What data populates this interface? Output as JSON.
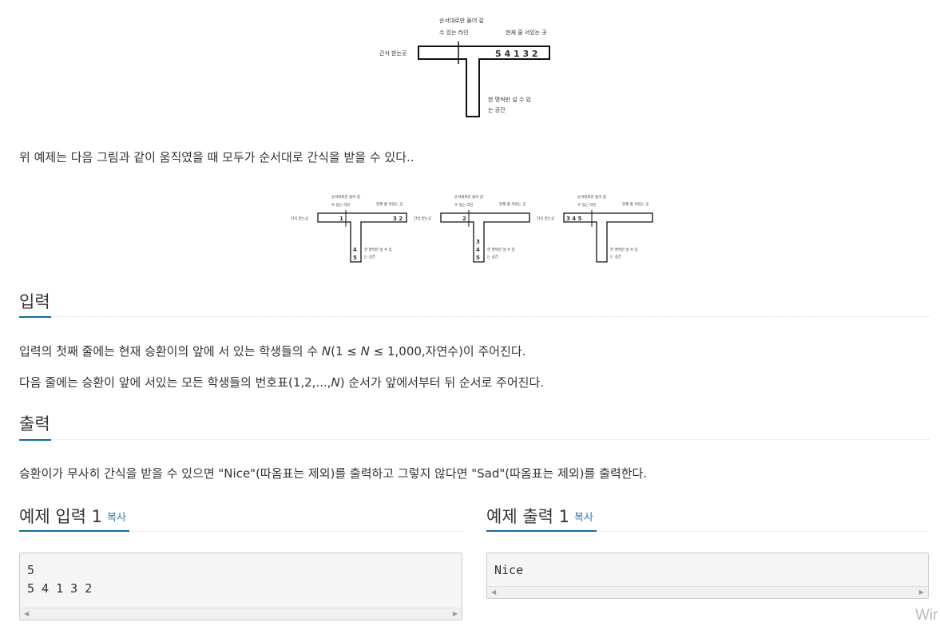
{
  "figure_top": {
    "label_line": [
      "순서대로만 들어 갈",
      "수 있는 라인"
    ],
    "label_current": "현재 줄 서있는 곳",
    "label_snack": "간식 받는곳",
    "label_space": [
      "한 명씩만 설 수 있",
      "는 공간"
    ],
    "queue": "5 4 1 3 2"
  },
  "description": "위 예제는 다음 그림과 같이 움직였을 때 모두가 순서대로 간식을 받을 수 있다..",
  "figure_steps": [
    {
      "label_line": [
        "순서대로만 들어 갈",
        "수 있는 라인"
      ],
      "label_current": "현재 줄 서있는 곳",
      "label_snack": "간식 받는곳",
      "label_space": [
        "한 명씩만 설 수 있",
        "는 공간"
      ],
      "front": "1",
      "queue": "3 2",
      "stack": [
        "4",
        "5"
      ]
    },
    {
      "label_line": [
        "순서대로만 들어 갈",
        "수 있는 라인"
      ],
      "label_current": "현재 줄 서있는 곳",
      "label_snack": "간식 받는곳",
      "label_space": [
        "한 명씩만 설 수 있",
        "는 공간"
      ],
      "front": "2",
      "queue": "",
      "stack": [
        "3",
        "4",
        "5"
      ]
    },
    {
      "label_line": [
        "순서대로만 들어 갈",
        "수 있는 라인"
      ],
      "label_current": "현재 줄 서있는 곳",
      "label_snack": "간식 받는곳",
      "label_space": [
        "한 명씩만 설 수 있",
        "는 공간"
      ],
      "front": "3 4 5",
      "queue": "",
      "stack": []
    }
  ],
  "input_section": {
    "title": "입력",
    "line1_pre": "입력의 첫째 줄에는 현재 승환이의 앞에 서 있는 학생들의 수 ",
    "line1_var": "N",
    "line1_mid": "(1 ≤ ",
    "line1_var2": "N",
    "line1_post": " ≤ 1,000,자연수)이 주어진다.",
    "line2_pre": "다음 줄에는 승환이 앞에 서있는 모든 학생들의 번호표(1,2,...,",
    "line2_var": "N",
    "line2_post": ") 순서가 앞에서부터 뒤 순서로 주어진다."
  },
  "output_section": {
    "title": "출력",
    "line": "승환이가 무사히 간식을 받을 수 있으면 \"Nice\"(따옴표는 제외)를 출력하고 그렇지 않다면 \"Sad\"(따옴표는 제외)를 출력한다."
  },
  "sample_input": {
    "title": "예제 입력 1",
    "copy": "복사",
    "content": "5\n5 4 1 3 2"
  },
  "sample_output": {
    "title": "예제 출력 1",
    "copy": "복사",
    "content": "Nice"
  },
  "watermark": "Wir"
}
